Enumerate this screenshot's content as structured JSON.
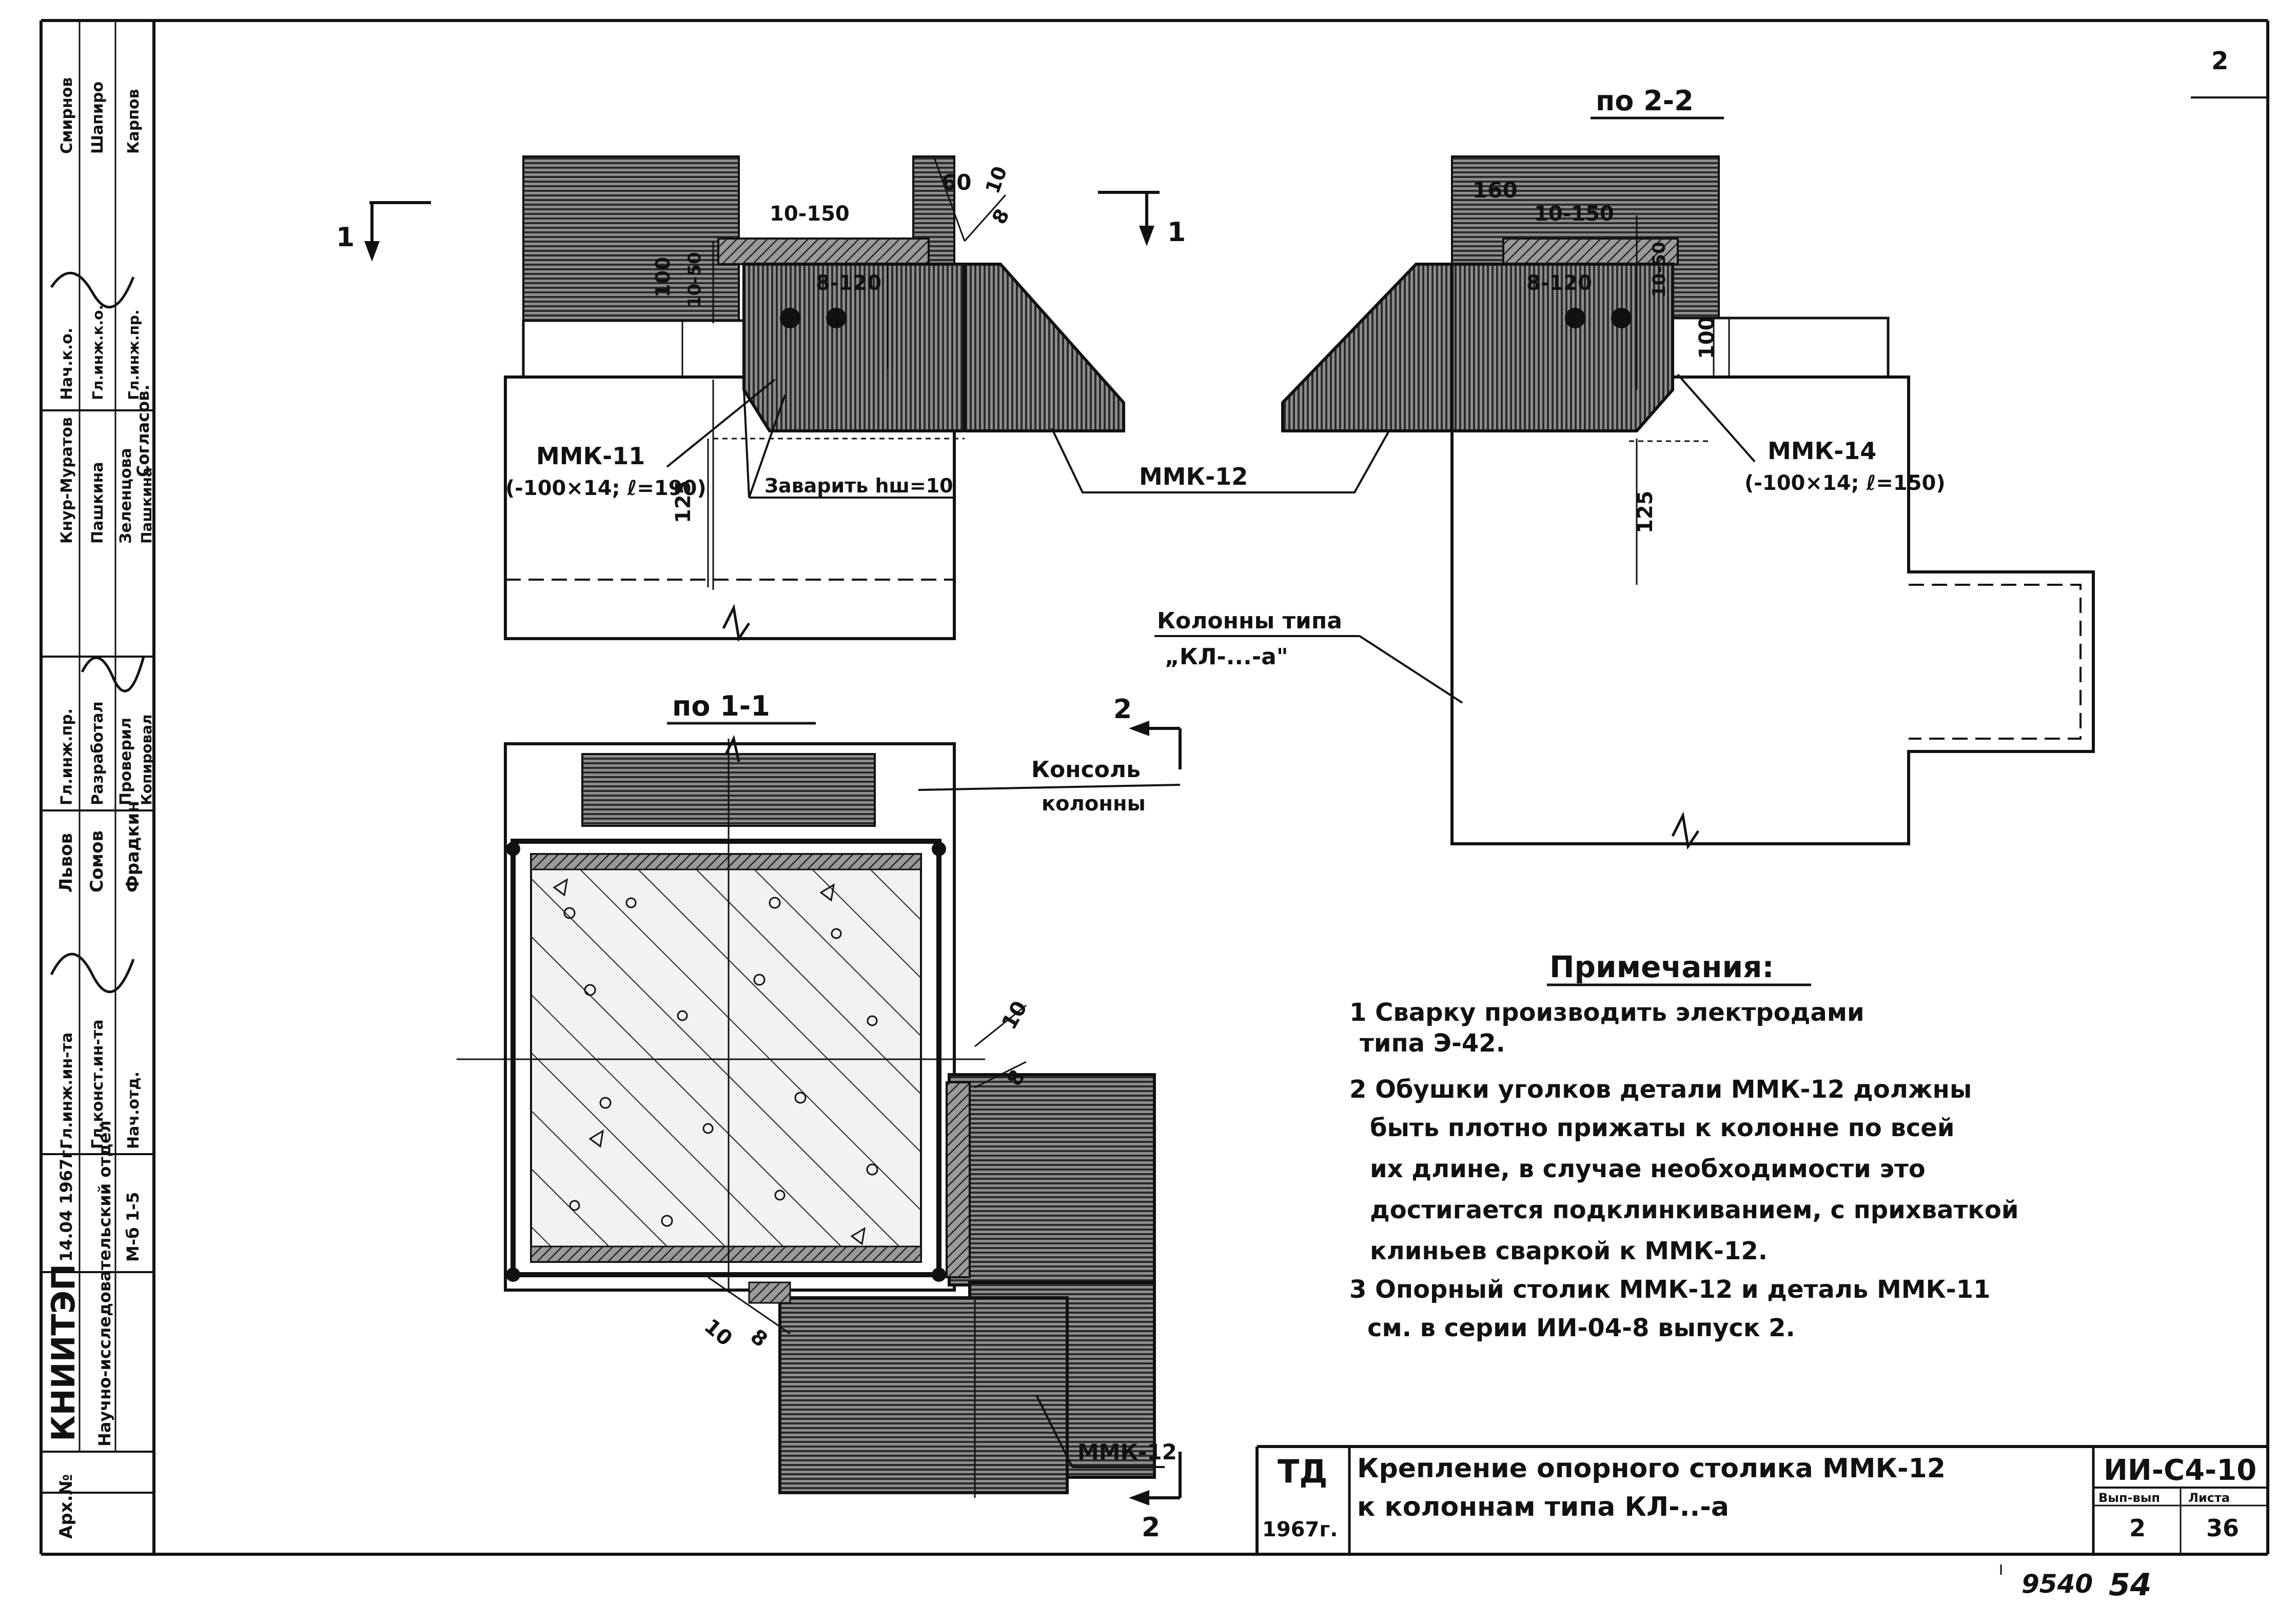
{
  "page_number": "2",
  "views": {
    "section_22": "по 2-2",
    "section_11": "по 1-1"
  },
  "section_marks": {
    "one": "1",
    "two": "2"
  },
  "labels": {
    "mmk11_name": "ММК-11",
    "mmk11_size": "(-100×14; ℓ=190)",
    "mmk12_top": "ММК-12",
    "mmk14_name": "ММК-14",
    "mmk14_size": "(-100×14; ℓ=150)",
    "weld": "Заварить hш=10",
    "column_type_1": "Колонны типа",
    "column_type_2": "„КЛ-...-а\"",
    "console_1": "Консоль",
    "console_2": "колонны",
    "mmk12_bottom": "ММК-12"
  },
  "dims": {
    "d60": "60",
    "d10a": "10",
    "d8a": "8",
    "d10_150": "10-150",
    "d8_120": "8-120",
    "d10_50": "10-50",
    "d100": "100",
    "d125": "125",
    "d160": "160",
    "d10b": "10",
    "d8b": "8",
    "d10c": "10",
    "d8c": "8"
  },
  "notes": {
    "title": "Примечания:",
    "n1_a": "1 Сварку производить электродами",
    "n1_b": "типа Э-42.",
    "n2_a": "2 Обушки уголков детали ММК-12 должны",
    "n2_b": "быть плотно прижаты к колонне по всей",
    "n2_c": "их длине, в случае необходимости это",
    "n2_d": "достигается подклинкиванием, с прихваткой",
    "n2_e": "клиньев сваркой к ММК-12.",
    "n3_a": "3 Опорный столик ММК-12 и деталь ММК-11",
    "n3_b": "см. в серии ИИ-04-8 выпуск 2."
  },
  "title_block": {
    "org": "ТД",
    "year": "1967г.",
    "title_1": "Крепление опорного столика ММК-12",
    "title_2": "к колоннам типа КЛ-..-а",
    "series": "ИИ-С4-10",
    "vypusk_label": "Вып-вып",
    "list_label": "Листа",
    "vypusk": "2",
    "list": "36"
  },
  "side_stamp": {
    "institute": "КНИИТЭП",
    "dept": "Научно-исследовательский отдел",
    "archive": "Арх.№",
    "date": "14.04 1967г.",
    "scale": "М-б 1-5",
    "r1": "Гл.инж.ин-та",
    "r2": "Гл.конст.ин-та",
    "r3": "Нач.отд.",
    "n1": "Львов",
    "n2": "Сомов",
    "n3": "Фрадкин",
    "r4": "Гл.инж.пр.",
    "r5": "Разработал",
    "r6": "Проверил",
    "r7": "Копировал",
    "n4": "Кнур-Муратов",
    "n5": "Пашкина",
    "n6": "Зеленцова",
    "n7": "Пашкина",
    "approved": "Согласов.",
    "r8": "Нач.к.о.",
    "r9": "Гл.инж.к.о.",
    "r10": "Гл.инж.пр.",
    "n8": "Смирнов",
    "n9": "Шапиро",
    "n10": "Карпов"
  },
  "footer": {
    "left": "9540",
    "right": "54"
  }
}
